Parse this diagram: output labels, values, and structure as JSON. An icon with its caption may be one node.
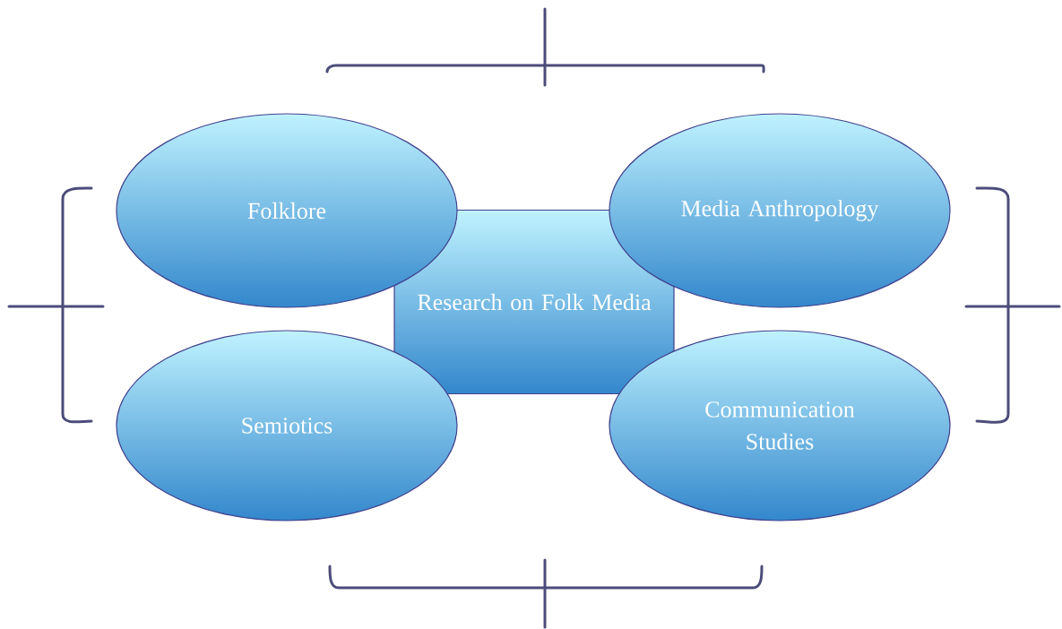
{
  "diagram": {
    "nodes": [
      {
        "text": [
          "Folklore"
        ]
      },
      {
        "text": [
          "Media Anthropology"
        ]
      },
      {
        "text": [
          "Research on Folk Media"
        ]
      },
      {
        "text": [
          "Semiotics"
        ]
      },
      {
        "text": [
          "Communication Studies"
        ]
      }
    ]
  }
}
